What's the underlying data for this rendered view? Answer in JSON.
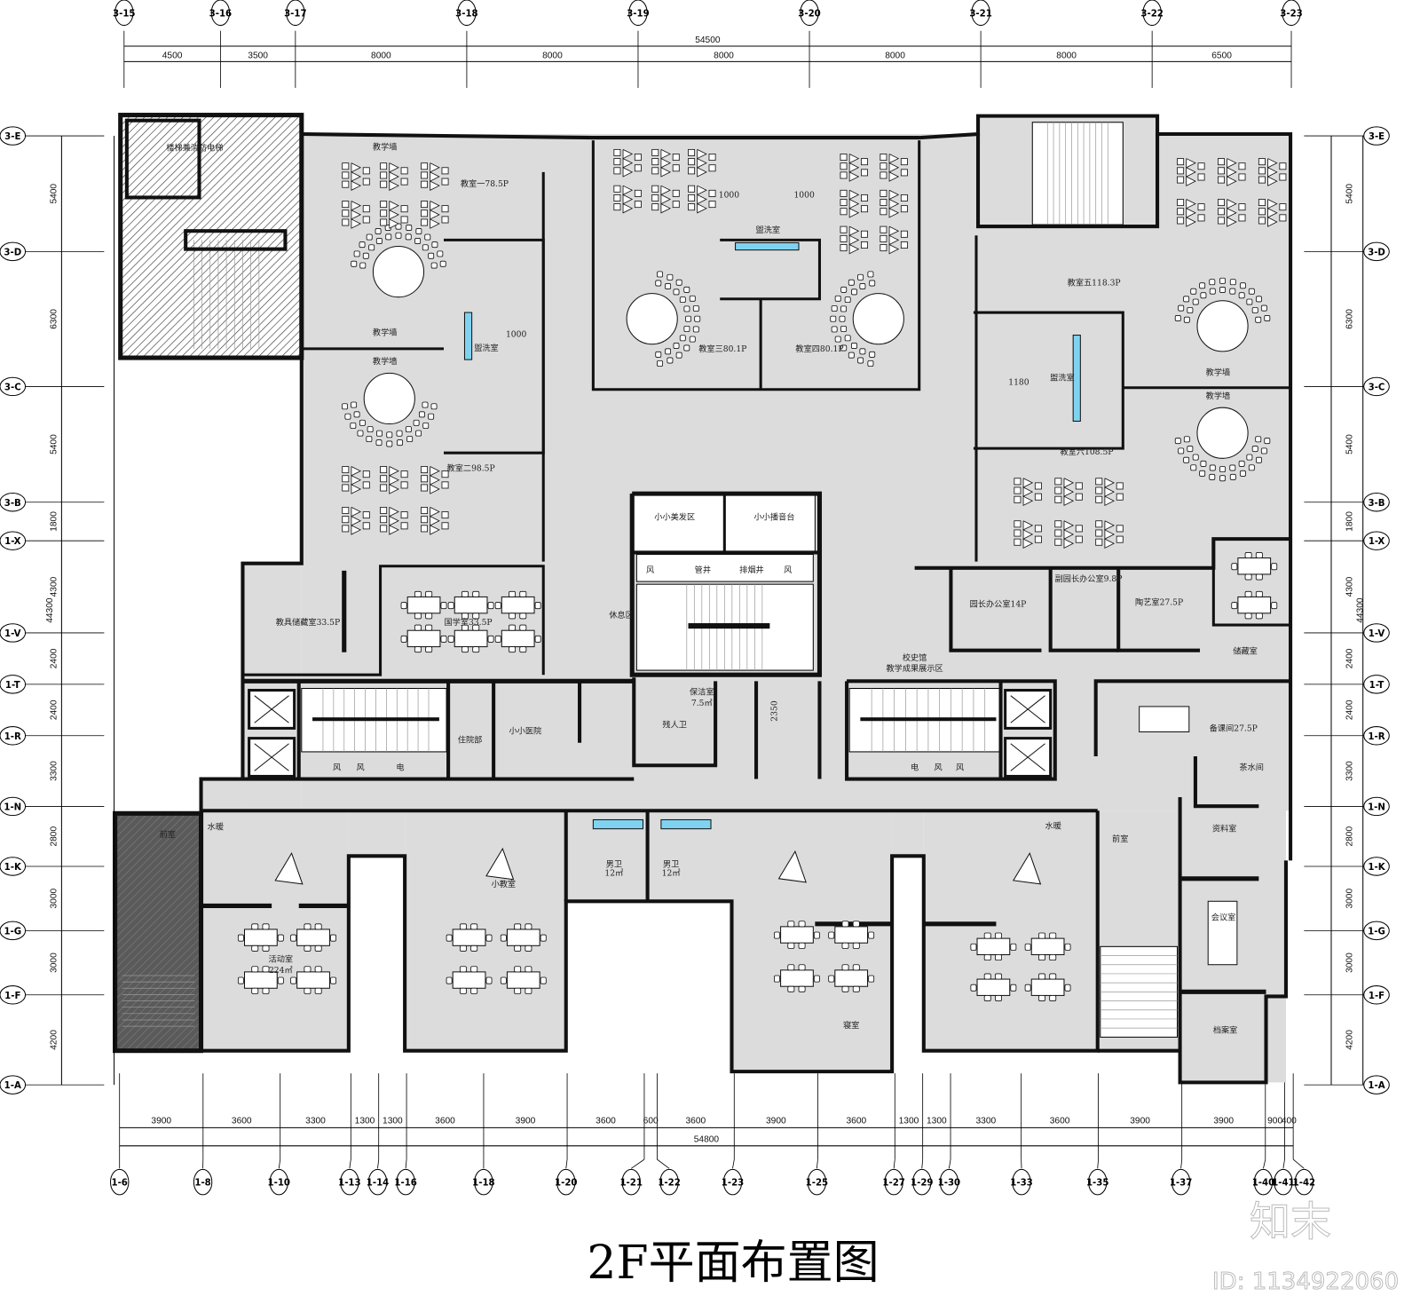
{
  "drawing": {
    "title": "2F平面布置图",
    "watermark_logo": "知末",
    "watermark_id": "ID: 1134922060",
    "colors": {
      "floor": "#dcdcdc",
      "wall": "#111111",
      "water": "#7fd3f0",
      "hatch": "#555555"
    }
  },
  "top_axes": {
    "labels": [
      "3-15",
      "3-16",
      "3-17",
      "3-18",
      "3-19",
      "3-20",
      "3-21",
      "3-22",
      "3-23"
    ],
    "spans_mm": [
      4500,
      3500,
      8000,
      8000,
      8000,
      8000,
      8000,
      6500
    ],
    "total": "54500"
  },
  "side_axes": {
    "labels": [
      "3-E",
      "3-D",
      "3-C",
      "3-B",
      "1-X",
      "1-V",
      "1-T",
      "1-R",
      "1-N",
      "1-K",
      "1-G",
      "1-F",
      "1-A"
    ],
    "spans_mm": [
      5400,
      6300,
      5400,
      1800,
      4300,
      2400,
      2400,
      3300,
      2800,
      3000,
      3000,
      4200
    ],
    "total": "44300"
  },
  "bottom_axes": {
    "labels": [
      "1-6",
      "1-8",
      "1-10",
      "1-13",
      "1-14",
      "1-16",
      "1-18",
      "1-20",
      "1-21",
      "1-22",
      "1-23",
      "1-25",
      "1-27",
      "1-29",
      "1-30",
      "1-33",
      "1-35",
      "1-37",
      "1-40",
      "1-41",
      "1-42"
    ],
    "spans_mm": [
      3900,
      3600,
      3300,
      1300,
      1300,
      3600,
      3900,
      3600,
      600,
      3600,
      3900,
      3600,
      1300,
      1300,
      3300,
      3600,
      3900,
      3900,
      900,
      400
    ],
    "total": "54800"
  },
  "rooms": [
    "楼梯兼消防电梯",
    "教学墙",
    "教室一78.5P",
    "教学墙",
    "教学墙",
    "盥洗室",
    "教室二98.5P",
    "盥洗室",
    "教室三80.1P",
    "教室四80.1P",
    "教室五118.3P",
    "教学墙",
    "教学墙",
    "盥洗室",
    "教室六108.5P",
    "小小美发区",
    "小小播音台",
    "风",
    "管井",
    "排烟井",
    "风",
    "休息区",
    "教具储藏室33.5P",
    "国学室33.5P",
    "园长办公室14P",
    "副园长办公室9.8P",
    "陶艺室27.5P",
    "储藏室",
    "校史馆",
    "教学成果展示区",
    "保洁室",
    "7.5㎡",
    "残人卫",
    "住院部",
    "小小医院",
    "备课间27.5P",
    "茶水间",
    "前室",
    "水暖",
    "水暖",
    "前室",
    "资料室",
    "小教室",
    "活动室",
    "224㎡",
    "男卫",
    "12㎡",
    "男卫",
    "12㎡",
    "寝室",
    "会议室",
    "档案室",
    "风",
    "风",
    "电",
    "电",
    "风",
    "风",
    "2350",
    "1000",
    "1000",
    "1000",
    "1180"
  ]
}
